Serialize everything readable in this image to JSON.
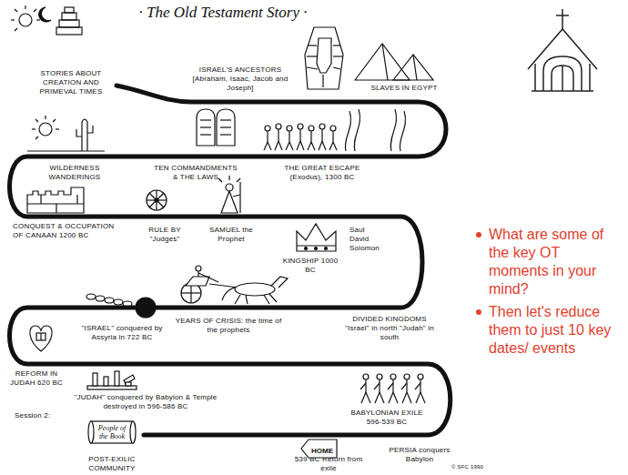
{
  "diagram": {
    "title": "· The Old Testament Story ·",
    "nodes": [
      {
        "text": [
          "HOME"
        ]
      },
      {
        "text": [
          "People of the Book"
        ]
      }
    ],
    "labels": [
      "STORIES ABOUT CREATION AND PRIMEVAL TIMES",
      "ISRAEL'S ANCESTORS [Abraham, Isaac, Jacob and Joseph]",
      "SLAVES IN EGYPT",
      "TEN COMMANDMENTS & THE LAWS",
      "THE GREAT ESCAPE (Exodus), 1300 BC",
      "WILDERNESS WANDERINGS",
      "CONQUEST & OCCUPATION OF CANAAN 1200 BC",
      "RULE BY \"Judges\"",
      "SAMUEL the Prophet",
      "KINGSHIP 1000 BC",
      "Saul David Solomon",
      "DIVIDED KINGDOMS \"Israel\" in north \"Judah\" in south",
      "YEARS OF CRISIS: the time of the prophets",
      "\"ISRAEL\" conquered by Assyria in 722 BC",
      "REFORM IN JUDAH 620 BC",
      "\"JUDAH\" conquered by Babylon & Temple destroyed in 596-586 BC",
      "BABYLONIAN EXILE 596-539 BC",
      "PERSIA conquers Babylon",
      "539 BC Return from exile",
      "POST-EXILIC COMMUNITY",
      "Session 2:",
      "© SFC 1990",
      "What are some of the key OT moments in your mind?",
      "Then let's reduce them to just 10 key dates/ events"
    ]
  }
}
